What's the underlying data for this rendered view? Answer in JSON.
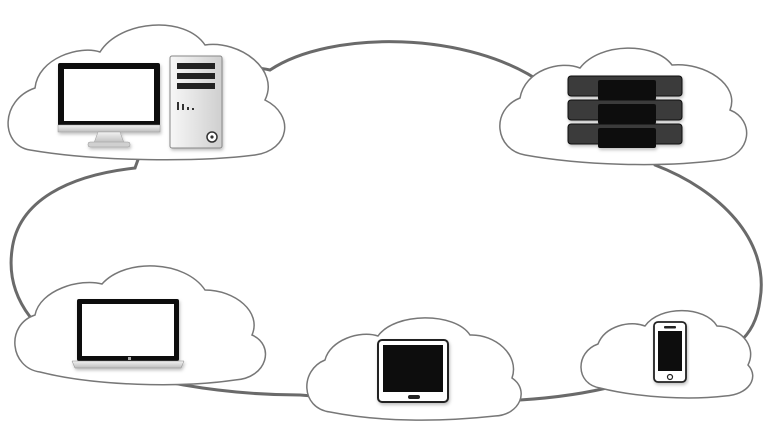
{
  "diagram": {
    "description_visible_text": "",
    "nodes": [
      {
        "id": "desktop-computer",
        "icon": "desktop-pc-icon"
      },
      {
        "id": "server-rack",
        "icon": "server-rack-icon"
      },
      {
        "id": "laptop",
        "icon": "laptop-icon"
      },
      {
        "id": "tablet",
        "icon": "tablet-icon"
      },
      {
        "id": "smartphone",
        "icon": "smartphone-icon"
      }
    ],
    "colors": {
      "background": "#ffffff",
      "cloud_fill": "#ffffff",
      "cloud_stroke": "#666666",
      "device_dark": "#111111",
      "device_silver": "#d9d9d9"
    }
  }
}
